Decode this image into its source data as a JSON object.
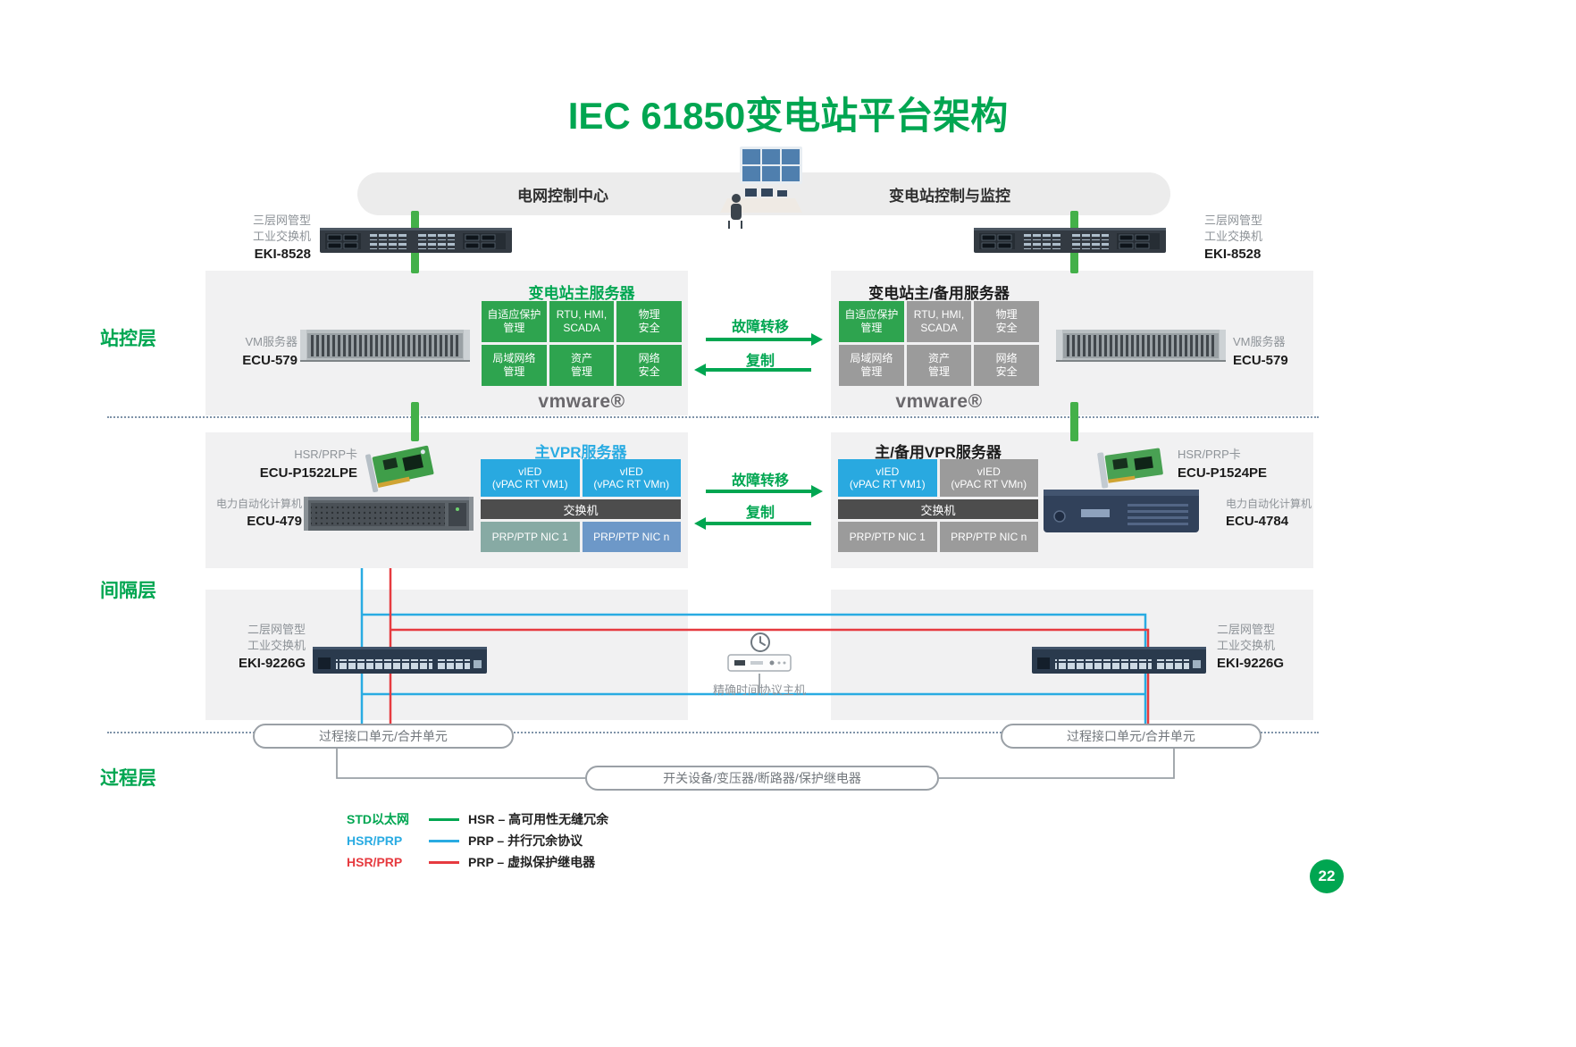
{
  "title": "IEC 61850变电站平台架构",
  "page_number": "22",
  "banner": {
    "left": "电网控制中心",
    "right": "变电站控制与监控"
  },
  "layers": {
    "station": "站控层",
    "bay": "间隔层",
    "process": "过程层"
  },
  "top_switch_left": {
    "line1": "三层网管型",
    "line2": "工业交换机",
    "model": "EKI-8528"
  },
  "top_switch_right": {
    "line1": "三层网管型",
    "line2": "工业交换机",
    "model": "EKI-8528"
  },
  "vm_server_left": {
    "label": "VM服务器",
    "model": "ECU-579"
  },
  "vm_server_right": {
    "label": "VM服务器",
    "model": "ECU-579"
  },
  "station_primary": {
    "title": "变电站主服务器",
    "cells": [
      "自适应保护\n管理",
      "RTU, HMI,\nSCADA",
      "物理\n安全",
      "局域网络\n管理",
      "资产\n管理",
      "网络\n安全"
    ],
    "vmware": "vmware®"
  },
  "station_standby": {
    "title": "变电站主/备用服务器",
    "cells": [
      "自适应保护\n管理",
      "RTU, HMI,\nSCADA",
      "物理\n安全",
      "局域网络\n管理",
      "资产\n管理",
      "网络\n安全"
    ],
    "vmware": "vmware®"
  },
  "station_arrows": {
    "failover": "故障转移",
    "replicate": "复制"
  },
  "bay_arrows": {
    "failover": "故障转移",
    "replicate": "复制"
  },
  "hsr_card_left": {
    "label": "HSR/PRP卡",
    "model": "ECU-P1522LPE"
  },
  "hsr_card_right": {
    "label": "HSR/PRP卡",
    "model": "ECU-P1524PE"
  },
  "power_pc_left": {
    "label": "电力自动化计算机",
    "model": "ECU-479"
  },
  "power_pc_right": {
    "label": "电力自动化计算机",
    "model": "ECU-4784"
  },
  "vpr_primary": {
    "title": "主VPR服务器",
    "vied1": "vIED\n(vPAC RT VM1)",
    "viedn": "vIED\n(vPAC RT VMn)",
    "switch": "交换机",
    "nic1": "PRP/PTP NIC 1",
    "nicn": "PRP/PTP NIC n"
  },
  "vpr_standby": {
    "title": "主/备用VPR服务器",
    "vied1": "vIED\n(vPAC RT VM1)",
    "viedn": "vIED\n(vPAC RT VMn)",
    "switch": "交换机",
    "nic1": "PRP/PTP NIC 1",
    "nicn": "PRP/PTP NIC n"
  },
  "bottom_switch_left": {
    "line1": "二层网管型",
    "line2": "工业交换机",
    "model": "EKI-9226G"
  },
  "bottom_switch_right": {
    "line1": "二层网管型",
    "line2": "工业交换机",
    "model": "EKI-9226G"
  },
  "ptp_host": {
    "label": "精确时间协议主机"
  },
  "process": {
    "left_pill": "过程接口单元/合并单元",
    "right_pill": "过程接口单元/合并单元",
    "bottom_pill": "开关设备/变压器/断路器/保护继电器"
  },
  "legend": [
    {
      "label": "STD以太网",
      "desc": "HSR – 高可用性无缝冗余",
      "color": "#00A651"
    },
    {
      "label": "HSR/PRP",
      "desc": "PRP – 并行冗余协议",
      "color": "#29ABE2"
    },
    {
      "label": "HSR/PRP",
      "desc": "PRP – 虚拟保护继电器",
      "color": "#E63A3F"
    }
  ],
  "colors": {
    "brand_green": "#00A651",
    "cell_green": "#2EA44F",
    "cell_gray": "#9B9B9B",
    "blue": "#29ABE2",
    "red": "#E63A3F",
    "dark_bar": "#4D4D4D",
    "nic_teal": "#87AAA4",
    "nic_steel_blue": "#6D98C8"
  }
}
